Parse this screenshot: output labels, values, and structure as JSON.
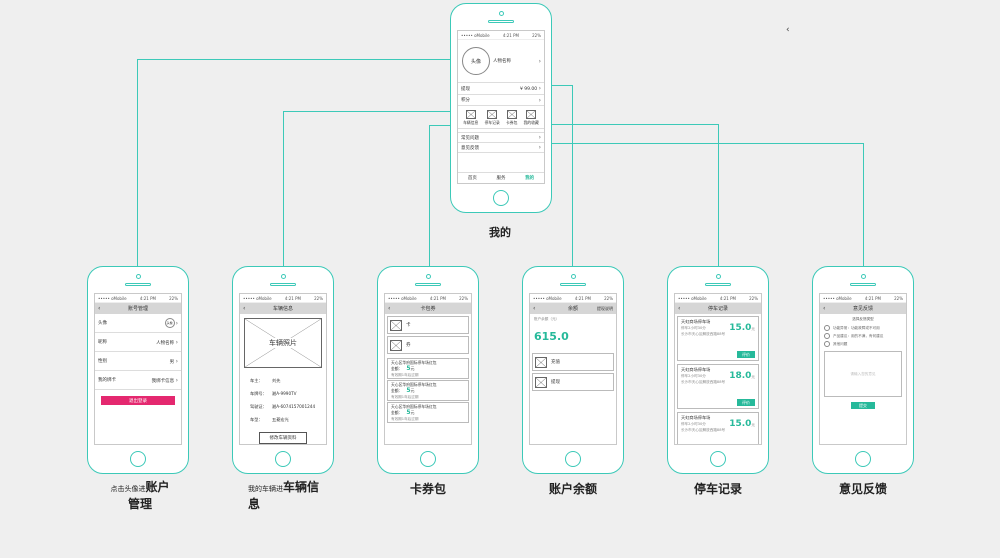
{
  "status_bar": {
    "carrier": "••••• oMobile",
    "time": "4:21 PM",
    "battery": "22%"
  },
  "mine": {
    "avatar": "头像",
    "name": "人物名称",
    "balance_label": "提现",
    "balance_value": "¥ 99.00",
    "points_label": "积分",
    "icons": [
      "车辆信息",
      "停车记录",
      "卡券包",
      "我的收藏"
    ],
    "list": [
      "常见问题",
      "意见反馈"
    ],
    "tabs": [
      "首页",
      "服务",
      "我的"
    ],
    "caption": "我的"
  },
  "account": {
    "title": "账号管理",
    "rows": [
      {
        "label": "头像",
        "value": "头像"
      },
      {
        "label": "昵称",
        "value": "人物名称"
      },
      {
        "label": "性别",
        "value": "男"
      },
      {
        "label": "我的绑卡",
        "value": "我绑卡信息"
      }
    ],
    "logout": "退出登录",
    "caption_small": "点击头像进",
    "caption_big": "账户",
    "caption_line2": "管理"
  },
  "vehicle": {
    "title": "车辆信息",
    "photo": "车辆照片",
    "fields": [
      {
        "label": "车主：",
        "value": "刘先"
      },
      {
        "label": "车牌号：",
        "value": "湘A-9990TV"
      },
      {
        "label": "驾驶证：",
        "value": "湘A-6074157001244"
      },
      {
        "label": "车型：",
        "value": "五菱宏光"
      }
    ],
    "edit_btn": "修改车辆资料",
    "caption_small": "我的车辆进",
    "caption_big": "车辆信",
    "caption_line2": "息"
  },
  "coupons": {
    "title": "卡包券",
    "items": [
      "卡",
      "券"
    ],
    "cards": [
      {
        "name": "天心区华府国际停车场红包",
        "amount_label": "金额：",
        "amount": "5",
        "unit": "元",
        "expiry": "有效期1年后过期"
      },
      {
        "name": "天心区华府国际停车场红包",
        "amount_label": "金额：",
        "amount": "5",
        "unit": "元",
        "expiry": "有效期1年后过期"
      },
      {
        "name": "天心区华府国际停车场红包",
        "amount_label": "金额：",
        "amount": "5",
        "unit": "元",
        "expiry": "有效期1年后过期"
      }
    ],
    "caption": "卡券包"
  },
  "balance": {
    "title": "余额",
    "right": "提现说明",
    "sub": "账户余额（元）",
    "amount": "615.0",
    "items": [
      "充值",
      "提现"
    ],
    "caption": "账户余额"
  },
  "parking": {
    "title": "停车记录",
    "records": [
      {
        "lot": "天虹商场停车场",
        "time": "停车2小时30分",
        "fee": "15.0",
        "unit": "元",
        "note": "长沙市天心区解放西路88号",
        "btn": "评价"
      },
      {
        "lot": "天虹商场停车场",
        "time": "停车2小时30分",
        "fee": "18.0",
        "unit": "元",
        "note": "长沙市天心区解放西路88号",
        "btn": "评价"
      },
      {
        "lot": "天虹商场停车场",
        "time": "停车2小时30分",
        "fee": "15.0",
        "unit": "元",
        "note": "长沙市天心区解放西路88号",
        "btn": "评价"
      }
    ],
    "caption": "停车记录"
  },
  "feedback": {
    "title": "意见反馈",
    "prompt": "选择反馈类型",
    "options": [
      "功能异常：功能故障或不可用",
      "产品建议：用的不满，有何建议",
      "其他问题"
    ],
    "placeholder": "请输入您的意见",
    "submit": "提交",
    "caption": "意见反馈"
  },
  "colors": {
    "accent": "#3cc9b8",
    "teal": "#26b99a",
    "pink": "#e4286f"
  }
}
